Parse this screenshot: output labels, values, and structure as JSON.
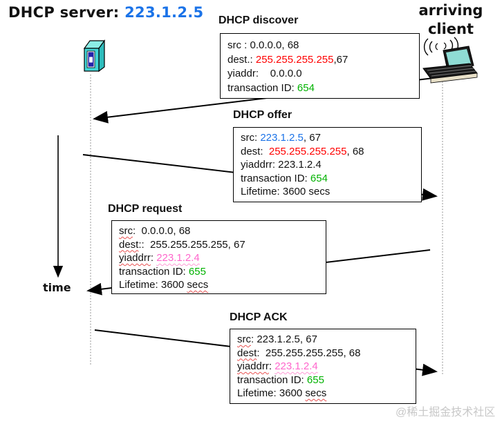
{
  "header": {
    "server_label": "DHCP server: ",
    "server_ip": "223.1.2.5",
    "client_line1": "arriving",
    "client_line2": "client"
  },
  "time_label": "time",
  "watermark": "@稀土掘金技术社区",
  "colors": {
    "blue": "#1b73e8",
    "red": "#ff0000",
    "green": "#00b200",
    "pink": "#ff66cc",
    "server_icon_teal": "#40d6d6",
    "laptop_screen_teal": "#8fdcd4"
  },
  "wavy_colors": {
    "red": "#e85050",
    "pink": "#ff9ad5"
  },
  "icons": [
    "server-tower-icon",
    "laptop-wifi-icon",
    "down-arrow-icon"
  ],
  "messages": [
    {
      "id": "discover",
      "title": "DHCP discover",
      "direction": "client to server",
      "lines": [
        [
          {
            "t": "src : 0.0.0.0, 68"
          }
        ],
        [
          {
            "t": "dest.: "
          },
          {
            "t": "255.255.255.255",
            "c": "red"
          },
          {
            "t": ",67"
          }
        ],
        [
          {
            "t": "yiaddr:    0.0.0.0"
          }
        ],
        [
          {
            "t": "transaction ID: "
          },
          {
            "t": "654",
            "c": "green"
          }
        ]
      ]
    },
    {
      "id": "offer",
      "title": "DHCP offer",
      "direction": "server to client",
      "lines": [
        [
          {
            "t": "src: "
          },
          {
            "t": "223.1.2.5",
            "c": "blue"
          },
          {
            "t": ", 67"
          }
        ],
        [
          {
            "t": "dest:  "
          },
          {
            "t": "255.255.255.255",
            "c": "red"
          },
          {
            "t": ", 68"
          }
        ],
        [
          {
            "t": "yiaddrr: 223.1.2.4"
          }
        ],
        [
          {
            "t": "transaction ID: "
          },
          {
            "t": "654",
            "c": "green"
          }
        ],
        [
          {
            "t": "Lifetime: 3600 secs"
          }
        ]
      ]
    },
    {
      "id": "request",
      "title": "DHCP request",
      "direction": "client to server",
      "lines": [
        [
          {
            "t": "src",
            "w": "red"
          },
          {
            "t": ":  0.0.0.0, 68"
          }
        ],
        [
          {
            "t": "dest",
            "w": "red"
          },
          {
            "t": "::  255.255.255.255, 67"
          }
        ],
        [
          {
            "t": "yiaddrr",
            "w": "red"
          },
          {
            "t": ": "
          },
          {
            "t": "223.1.2.4",
            "c": "pink",
            "w": "pink"
          }
        ],
        [
          {
            "t": "transaction ID: "
          },
          {
            "t": "655",
            "c": "green"
          }
        ],
        [
          {
            "t": "Lifetime: 3600 "
          },
          {
            "t": "secs",
            "w": "red"
          }
        ]
      ]
    },
    {
      "id": "ack",
      "title": "DHCP ACK",
      "direction": "server to client",
      "lines": [
        [
          {
            "t": "src",
            "w": "red"
          },
          {
            "t": ": 223.1.2.5, 67"
          }
        ],
        [
          {
            "t": "dest",
            "w": "red"
          },
          {
            "t": ":  255.255.255.255, 68"
          }
        ],
        [
          {
            "t": "yiaddrr",
            "w": "red"
          },
          {
            "t": ": "
          },
          {
            "t": "223.1.2.4",
            "c": "pink",
            "w": "pink"
          }
        ],
        [
          {
            "t": "transaction ID: "
          },
          {
            "t": "655",
            "c": "green"
          }
        ],
        [
          {
            "t": "Lifetime: 3600 "
          },
          {
            "t": "secs",
            "w": "red"
          }
        ]
      ]
    }
  ]
}
